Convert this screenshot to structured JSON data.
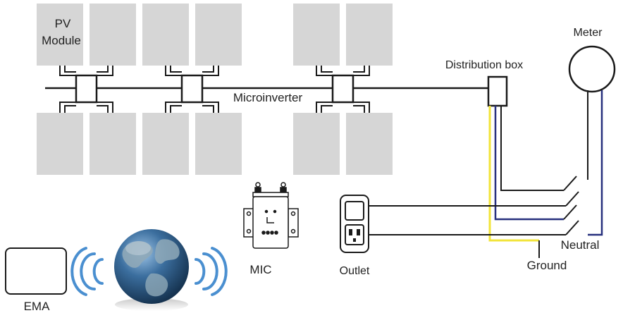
{
  "labels": {
    "pv_module_line1": "PV",
    "pv_module_line2": "Module",
    "microinverter": "Microinverter",
    "distribution_box": "Distribution box",
    "meter": "Meter",
    "mic": "MIC",
    "outlet": "Outlet",
    "neutral": "Neutral",
    "ground": "Ground",
    "ema": "EMA"
  },
  "colors": {
    "panel": "#d6d6d6",
    "line": "#1a1a1a",
    "yellow_wire": "#f2e43a",
    "blue_wire": "#27307e",
    "wifi": "#4a8fd0",
    "globe_ocean": "#2f5f8f",
    "globe_land": "#8fa9b8"
  },
  "icons": {
    "globe": "globe-icon",
    "wifi_left": "wifi-waves-icon",
    "wifi_right": "wifi-waves-icon",
    "mic_device": "mic-device-icon",
    "outlet": "power-outlet-icon",
    "meter": "meter-icon"
  }
}
